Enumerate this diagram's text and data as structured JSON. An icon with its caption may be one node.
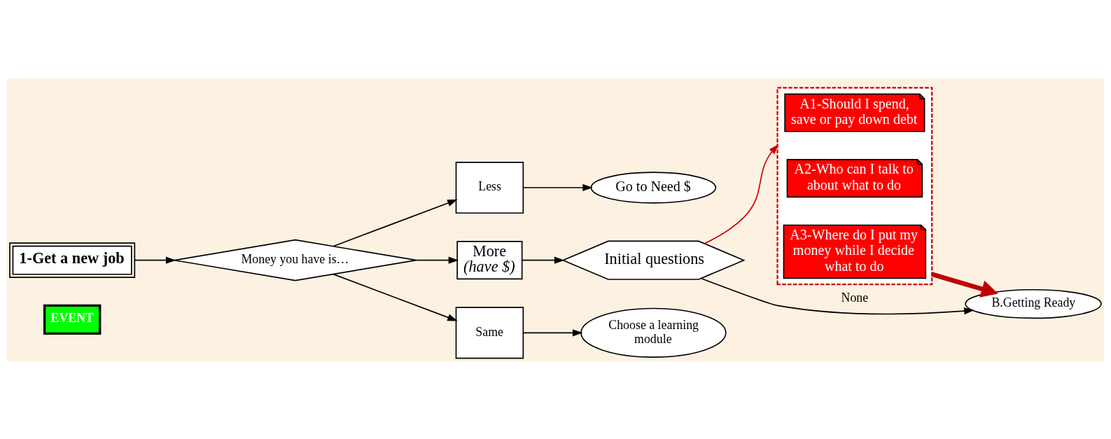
{
  "diagram": {
    "nodes": [
      {
        "text": [
          "EVENT"
        ]
      },
      {
        "text": [
          "1-Get a new job"
        ]
      },
      {
        "text": [
          "Money you have is…"
        ]
      },
      {
        "text": [
          "Less"
        ]
      },
      {
        "text": [
          "Go to Need $"
        ]
      },
      {
        "text": [
          "More",
          "(have $)"
        ]
      },
      {
        "text": [
          "Same"
        ]
      },
      {
        "text": [
          "Choose a learning module"
        ]
      },
      {
        "text": [
          "Initial questions"
        ]
      },
      {
        "text": [],
        "shape": "box"
      },
      {
        "text": [
          "A1-Should I spend, save or pay down debt"
        ],
        "in": 9
      },
      {
        "text": [
          "A2-Who can I talk to about what to do"
        ],
        "in": 9
      },
      {
        "text": [
          "A3-Where do I put my money while I decide what to do"
        ],
        "in": 9
      },
      {
        "text": [
          "B.Getting Ready"
        ]
      }
    ],
    "edges": [
      {
        "from": 1,
        "to": 2,
        "arrow": "to"
      },
      {
        "from": 2,
        "to": 3,
        "arrow": "to"
      },
      {
        "from": 3,
        "to": 4,
        "arrow": "to"
      },
      {
        "from": 2,
        "to": 5,
        "arrow": "to"
      },
      {
        "from": 5,
        "to": 8,
        "arrow": "to"
      },
      {
        "from": 2,
        "to": 6,
        "arrow": "to"
      },
      {
        "from": 6,
        "to": 7,
        "arrow": "to"
      },
      {
        "from": 8,
        "to": 9,
        "arrow": "to",
        "color": "#cc0000"
      },
      {
        "from": 8,
        "to": 13,
        "arrow": "to",
        "label": "None"
      },
      {
        "from": 9,
        "to": 13,
        "arrow": "to",
        "style": "thick",
        "color": "#c00000"
      }
    ]
  }
}
